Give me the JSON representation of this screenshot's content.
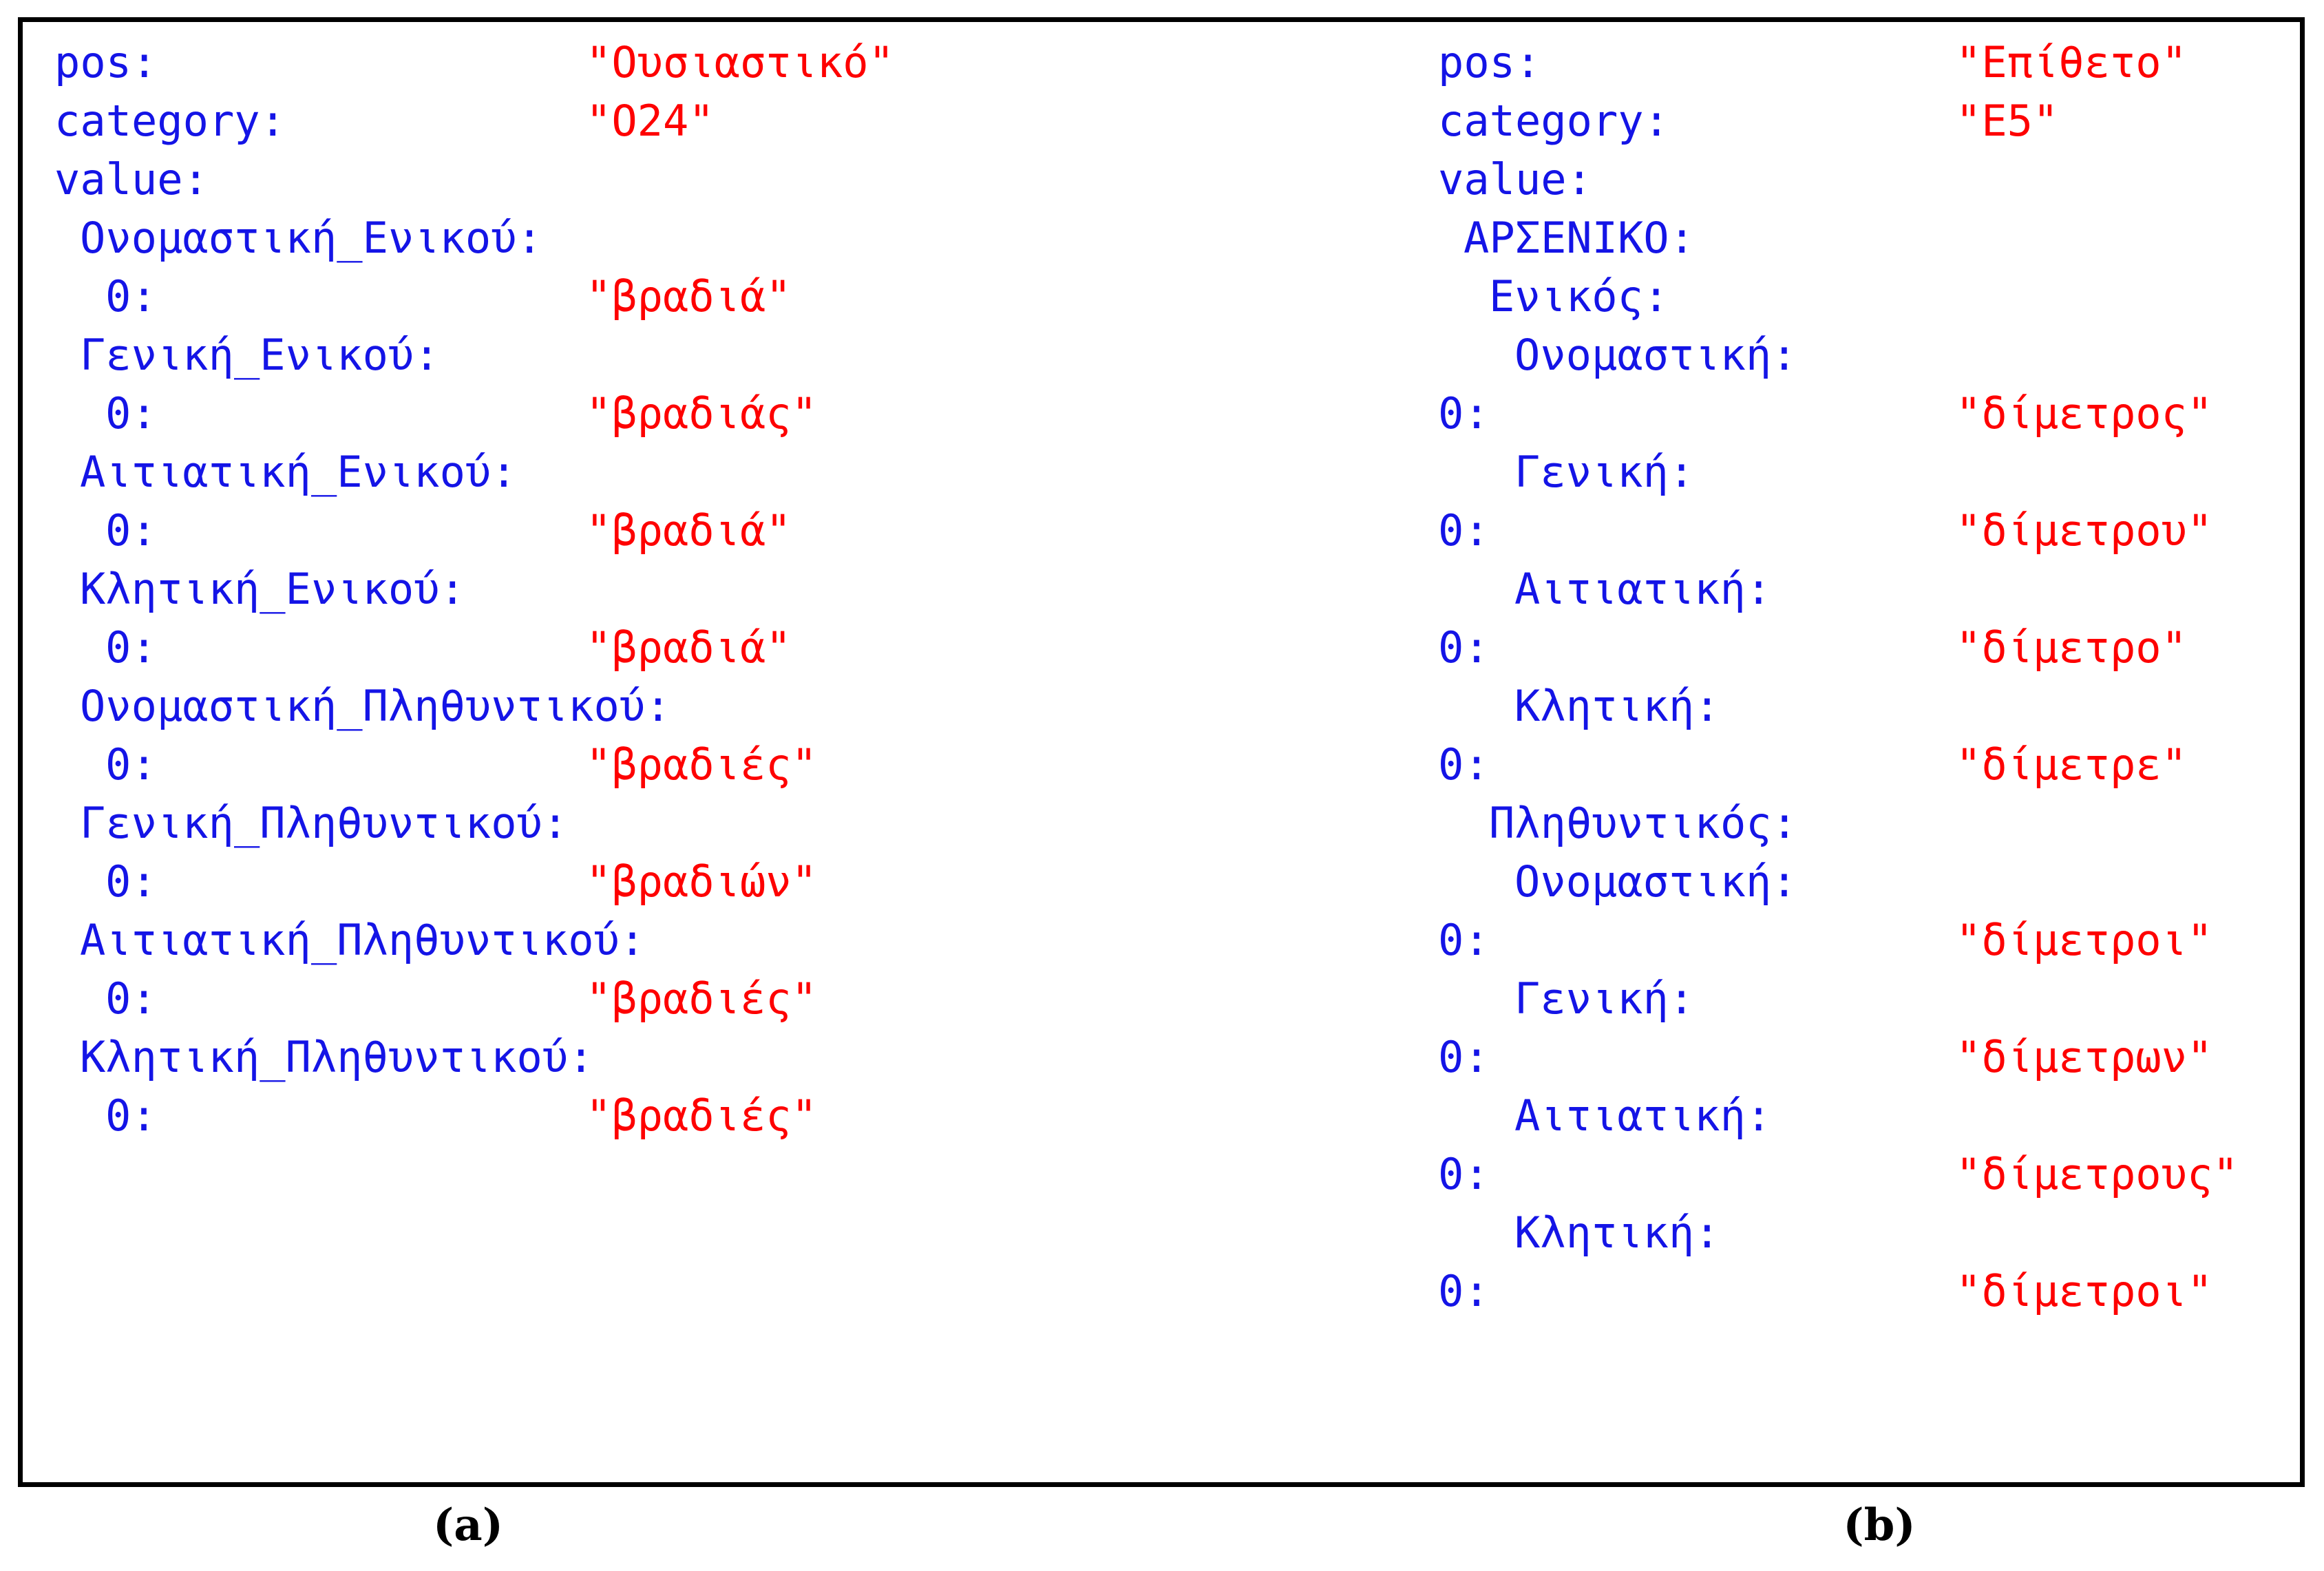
{
  "figure": {
    "border_color": "#000000",
    "key_color": "#1414e6",
    "value_color": "#fe0000",
    "background": "#ffffff"
  },
  "captions": {
    "a": "(a)",
    "b": "(b)"
  },
  "panel_a": {
    "id": "a",
    "lines": [
      {
        "indent": 0,
        "key": "pos:",
        "value": "\"Ουσιαστικό\""
      },
      {
        "indent": 0,
        "key": "category:",
        "value": "\"Ο24\""
      },
      {
        "indent": 0,
        "key": "value:",
        "value": ""
      },
      {
        "indent": 1,
        "key": "Ονομαστική_Ενικού:",
        "value": ""
      },
      {
        "indent": 2,
        "key": "0:",
        "value": "\"βραδιά\""
      },
      {
        "indent": 1,
        "key": "Γενική_Ενικού:",
        "value": ""
      },
      {
        "indent": 2,
        "key": "0:",
        "value": "\"βραδιάς\""
      },
      {
        "indent": 1,
        "key": "Αιτιατική_Ενικού:",
        "value": ""
      },
      {
        "indent": 2,
        "key": "0:",
        "value": "\"βραδιά\""
      },
      {
        "indent": 1,
        "key": "Κλητική_Ενικού:",
        "value": ""
      },
      {
        "indent": 2,
        "key": "0:",
        "value": "\"βραδιά\""
      },
      {
        "indent": 1,
        "key": "Ονομαστική_Πληθυντικού:",
        "value": ""
      },
      {
        "indent": 2,
        "key": "0:",
        "value": "\"βραδιές\""
      },
      {
        "indent": 1,
        "key": "Γενική_Πληθυντικού:",
        "value": ""
      },
      {
        "indent": 2,
        "key": "0:",
        "value": "\"βραδιών\""
      },
      {
        "indent": 1,
        "key": "Αιτιατική_Πληθυντικού:",
        "value": ""
      },
      {
        "indent": 2,
        "key": "0:",
        "value": "\"βραδιές\""
      },
      {
        "indent": 1,
        "key": "Κλητική_Πληθυντικού:",
        "value": ""
      },
      {
        "indent": 2,
        "key": "0:",
        "value": "\"βραδιές\""
      }
    ]
  },
  "panel_b": {
    "id": "b",
    "lines": [
      {
        "indent": 0,
        "key": "pos:",
        "value": "\"Επίθετο\""
      },
      {
        "indent": 0,
        "key": "category:",
        "value": "\"Ε5\""
      },
      {
        "indent": 0,
        "key": "value:",
        "value": ""
      },
      {
        "indent": 1,
        "key": "ΑΡΣΕΝΙΚΟ:",
        "value": ""
      },
      {
        "indent": 2,
        "key": "Ενικός:",
        "value": ""
      },
      {
        "indent": 3,
        "key": "Ονομαστική:",
        "value": ""
      },
      {
        "indent": 4,
        "key": "0:",
        "value": "\"δίμετρος\""
      },
      {
        "indent": 3,
        "key": "Γενική:",
        "value": ""
      },
      {
        "indent": 4,
        "key": "0:",
        "value": "\"δίμετρου\""
      },
      {
        "indent": 3,
        "key": "Αιτιατική:",
        "value": ""
      },
      {
        "indent": 4,
        "key": "0:",
        "value": "\"δίμετρο\""
      },
      {
        "indent": 3,
        "key": "Κλητική:",
        "value": ""
      },
      {
        "indent": 4,
        "key": "0:",
        "value": "\"δίμετρε\""
      },
      {
        "indent": 2,
        "key": "Πληθυντικός:",
        "value": ""
      },
      {
        "indent": 3,
        "key": "Ονομαστική:",
        "value": ""
      },
      {
        "indent": 4,
        "key": "0:",
        "value": "\"δίμετροι\""
      },
      {
        "indent": 3,
        "key": "Γενική:",
        "value": ""
      },
      {
        "indent": 4,
        "key": "0:",
        "value": "\"δίμετρων\""
      },
      {
        "indent": 3,
        "key": "Αιτιατική:",
        "value": ""
      },
      {
        "indent": 4,
        "key": "0:",
        "value": "\"δίμετρους\""
      },
      {
        "indent": 3,
        "key": "Κλητική:",
        "value": ""
      },
      {
        "indent": 4,
        "key": "0:",
        "value": "\"δίμετροι\""
      }
    ]
  }
}
